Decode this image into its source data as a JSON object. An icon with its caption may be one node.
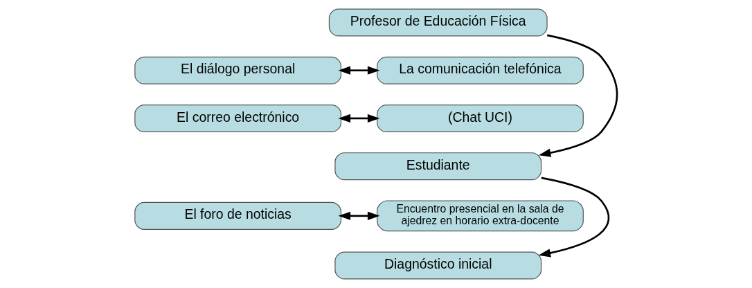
{
  "diagram": {
    "nodes": [
      {
        "text": [
          "Profesor de Educación Física"
        ]
      },
      {
        "text": [
          "El diálogo personal"
        ]
      },
      {
        "text": [
          "La comunicación telefónica"
        ]
      },
      {
        "text": [
          "El correo electrónico"
        ]
      },
      {
        "text": [
          "(Chat UCI)"
        ]
      },
      {
        "text": [
          "Estudiante"
        ]
      },
      {
        "text": [
          "El foro de noticias"
        ]
      },
      {
        "text": [
          "Encuentro presencial en la sala de ajedrez en horario extra-docente"
        ]
      },
      {
        "text": [
          "Diagnóstico inicial"
        ]
      }
    ],
    "edges": [
      {
        "from": 0,
        "to": 5,
        "arrow": "to"
      },
      {
        "from": 1,
        "to": 2,
        "arrow": "both"
      },
      {
        "from": 3,
        "to": 4,
        "arrow": "both"
      },
      {
        "from": 5,
        "to": 8,
        "arrow": "to"
      },
      {
        "from": 6,
        "to": 7,
        "arrow": "both"
      }
    ]
  }
}
